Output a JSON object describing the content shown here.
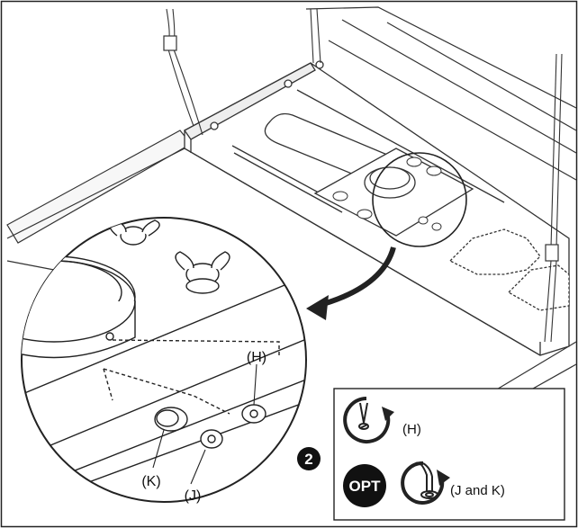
{
  "labels": {
    "h": "(H)",
    "k": "(K)",
    "j": "(J)"
  },
  "step_number": "2",
  "legend": {
    "tool_h_label": "(H)",
    "opt_badge": "OPT",
    "tool_jk_label": "(J and K)"
  },
  "icons": [
    "screwdriver-rotate-icon",
    "hex-key-rotate-icon",
    "opt-badge-icon",
    "curved-arrow-icon"
  ]
}
